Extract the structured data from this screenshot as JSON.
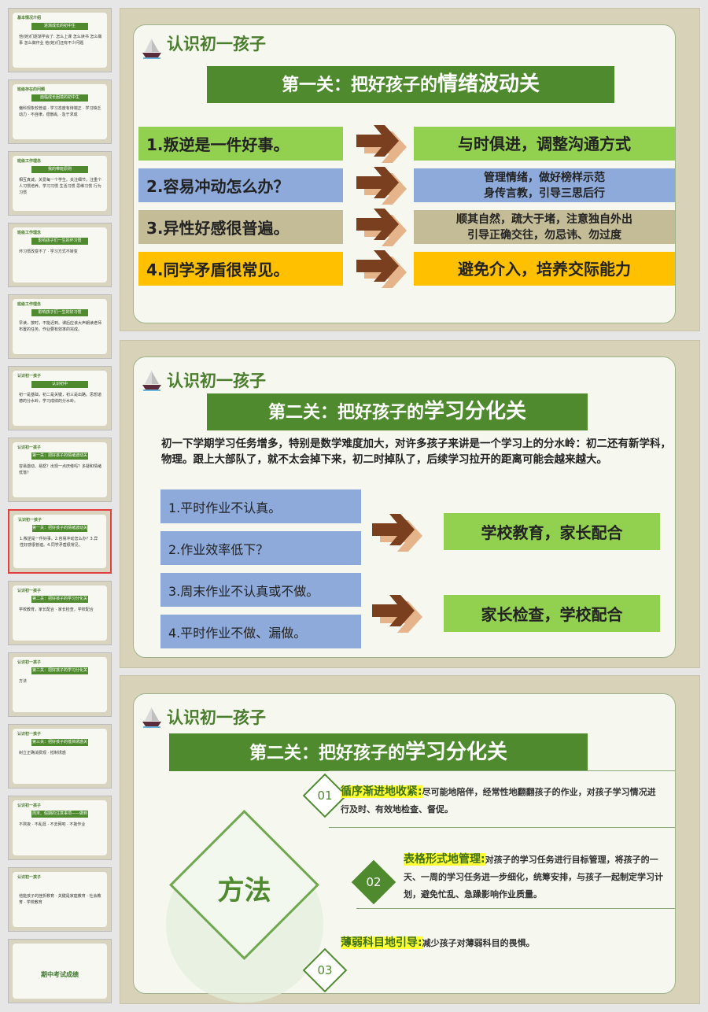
{
  "thumbnails": [
    {
      "header": "基本情况介绍",
      "banner": "逐渐成长的初中生",
      "text": "他(她)们逐渐学会了: 怎么上课 怎么读书 怎么做事 怎么做作业 他(她)们还有不少问题"
    },
    {
      "header": "班级存在的问题",
      "banner": "面临成长困境的初中生",
      "text": "偏科现象较普遍 · 学习态度有待端正 · 学习缺乏动力 · 不自律，很散乱 · 急于求成"
    },
    {
      "header": "班级工作理念",
      "banner": "我的带班原则",
      "text": "相互真诚，关爱每一个学生。关注细节，注重个人习惯培养。学习习惯 生活习惯 思维习惯 行为习惯"
    },
    {
      "header": "班级工作理念",
      "banner": "影响孩子们一生的坏习惯",
      "text": "坏习惯改变不了 · 学习方式不转变"
    },
    {
      "header": "班级工作理念",
      "banner": "影响孩子们一生的好习惯",
      "text": "早读，按时，不能迟到。课后应该大声朗读老师布置的任务。作业要有效率的完成。"
    },
    {
      "header": "认识初一孩子",
      "banner": "认识初中",
      "text": "初一是基础，初二是关键，初三是出路。思想道德的分水岭，学习成绩的分水岭。"
    },
    {
      "header": "认识初一孩子",
      "banner": "第一关：把好孩子的情绪波动关",
      "text": "容易激动、易怒？出现一点厌倦吗？多疑和情绪低落？"
    },
    {
      "header": "认识初一孩子",
      "banner": "第一关：把好孩子的情绪波动关",
      "text": "1.叛逆是一件好事。2.容易冲动怎么办？3.异性好感很普遍。4.同学矛盾很常见。"
    },
    {
      "header": "认识初一孩子",
      "banner": "第二关：把好孩子的学习分化关",
      "text": "学校教育，家长配合 · 家长检查，学校配合"
    },
    {
      "header": "认识初一孩子",
      "banner": "第二关：把好孩子的学习分化关",
      "text": "方法"
    },
    {
      "header": "认识初一孩子",
      "banner": "第三关：把好孩子的抵挡诱惑关",
      "text": "树立正确消费观 · 抵制诱惑"
    },
    {
      "header": "认识初一孩子",
      "banner": "周末、假期的注意事项——做到四个“不”",
      "text": "不熬夜 · 不乱逛 · 不去网吧 · 不拖作业"
    },
    {
      "header": "认识初一孩子",
      "banner": "",
      "text": "他能孩子的挫折教育 · 关键是家庭教育 · 社会教育 · 学校教育"
    },
    {
      "header": "",
      "banner": "",
      "text": "",
      "big": "期中考试成绩"
    }
  ],
  "slide1": {
    "header": "认识初一孩子",
    "banner_prefix": "第一关：把好孩子的",
    "banner_emph": "情绪波动关",
    "rows": [
      {
        "left": "1.叛逆是一件好事。",
        "right": [
          "与时俱进，调整沟通方式"
        ]
      },
      {
        "left": "2.容易冲动怎么办？",
        "right": [
          "管理情绪，做好榜样示范",
          "身传言教，引导三思后行"
        ]
      },
      {
        "left": "3.异性好感很普遍。",
        "right": [
          "顺其自然，疏大于堵，注意独自外出",
          "引导正确交往，勿忌讳、勿过度"
        ]
      },
      {
        "left": "4.同学矛盾很常见。",
        "right": [
          "避免介入，培养交际能力"
        ]
      }
    ],
    "colors": [
      "#92d050",
      "#8eaadb",
      "#c4bc97",
      "#ffc000"
    ]
  },
  "slide2": {
    "header": "认识初一孩子",
    "banner_prefix": "第二关：把好孩子的",
    "banner_emph": "学习分化关",
    "paragraph": "初一下学期学习任务增多，特别是数学难度加大，对许多孩子来讲是一个学习上的分水岭：初二还有新学科，物理。跟上大部队了，就不太会掉下来，初二时掉队了，后续学习拉开的距离可能会越来越大。",
    "items": [
      "1.平时作业不认真。",
      "2.作业效率低下？",
      "3.周末作业不认真或不做。",
      "4.平时作业不做、漏做。"
    ],
    "results": [
      "学校教育，家长配合",
      "家长检查，学校配合"
    ]
  },
  "slide3": {
    "header": "认识初一孩子",
    "banner_prefix": "第二关：把好孩子的",
    "banner_emph": "学习分化关",
    "center": "方法",
    "methods": [
      {
        "num": "01",
        "title": "循序渐进地收紧:",
        "text": "尽可能地陪伴，经常性地翻翻孩子的作业，对孩子学习情况进行及时、有效地检查、督促。"
      },
      {
        "num": "02",
        "title": "表格形式地管理:",
        "text": "对孩子的学习任务进行目标管理，将孩子的一天、一周的学习任务进一步细化，统筹安排，与孩子一起制定学习计划，避免忙乱、急躁影响作业质量。"
      },
      {
        "num": "03",
        "title": "薄弱科目地引导:",
        "text": "减少孩子对薄弱科目的畏惧。"
      }
    ]
  }
}
